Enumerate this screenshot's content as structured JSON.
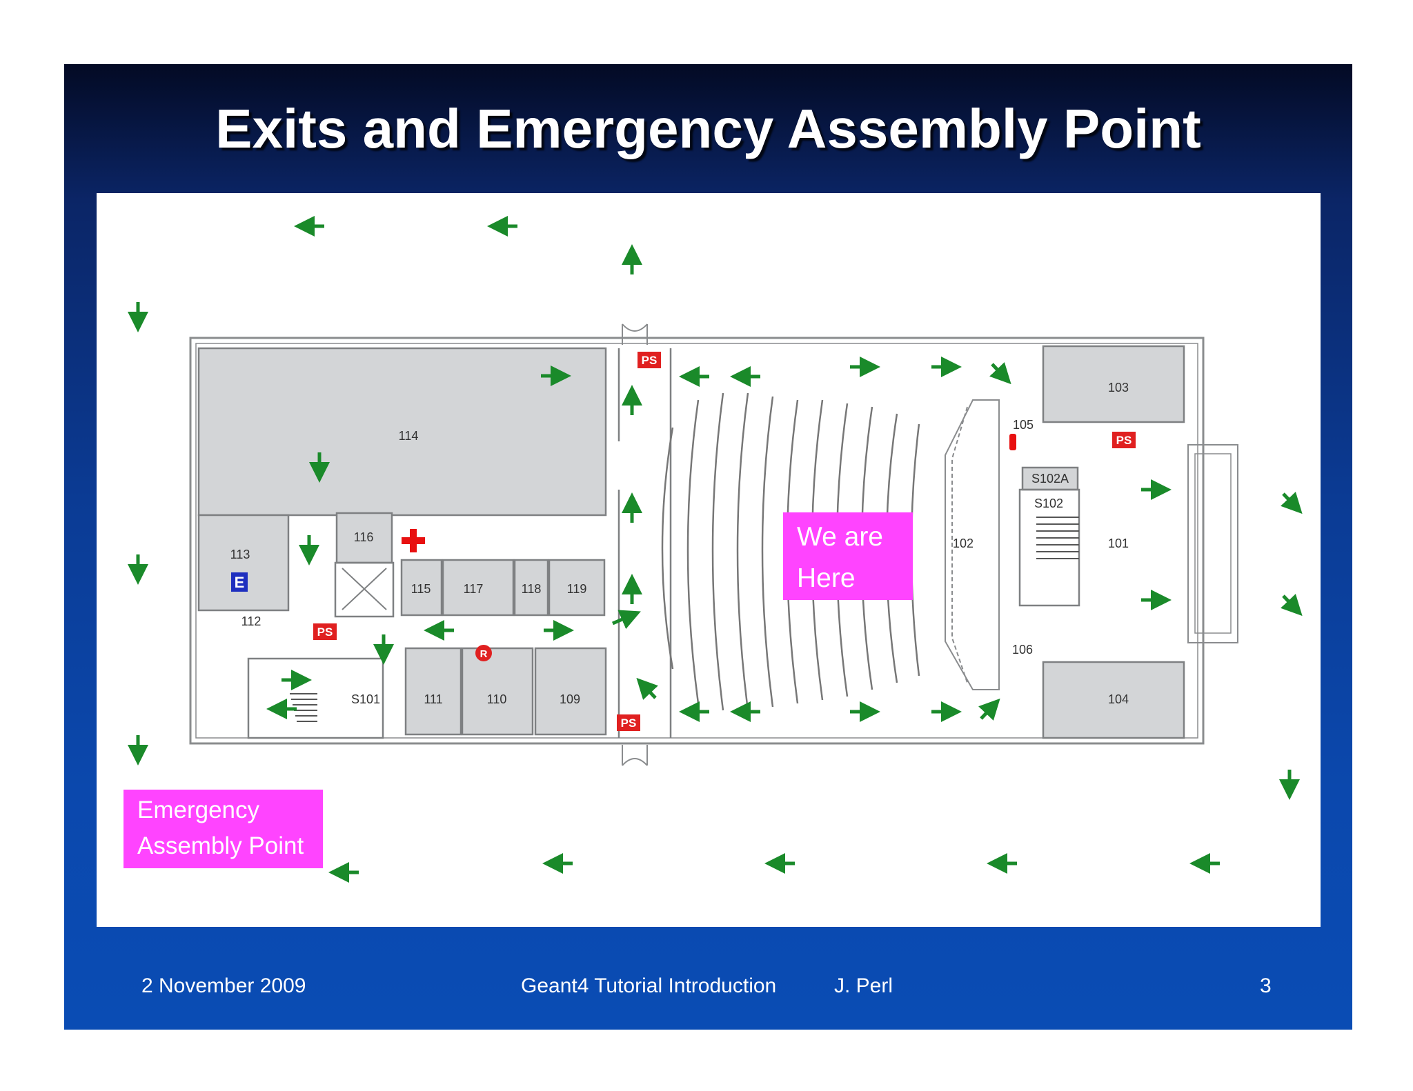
{
  "slide": {
    "title": "Exits and Emergency Assembly Point",
    "footer": {
      "date": "2 November 2009",
      "presentation": "Geant4 Tutorial Introduction",
      "author": "J. Perl",
      "page": "3"
    }
  },
  "floor_plan": {
    "rooms": [
      {
        "id": "room-114",
        "label": "114"
      },
      {
        "id": "room-113",
        "label": "113"
      },
      {
        "id": "room-112",
        "label": "112"
      },
      {
        "id": "room-116",
        "label": "116"
      },
      {
        "id": "room-115",
        "label": "115"
      },
      {
        "id": "room-117",
        "label": "117"
      },
      {
        "id": "room-118",
        "label": "118"
      },
      {
        "id": "room-119",
        "label": "119"
      },
      {
        "id": "room-s101",
        "label": "S101"
      },
      {
        "id": "room-111",
        "label": "111"
      },
      {
        "id": "room-110",
        "label": "110"
      },
      {
        "id": "room-109",
        "label": "109"
      },
      {
        "id": "room-102",
        "label": "102"
      },
      {
        "id": "room-103",
        "label": "103"
      },
      {
        "id": "room-105",
        "label": "105"
      },
      {
        "id": "room-s102a",
        "label": "S102A"
      },
      {
        "id": "room-s102",
        "label": "S102"
      },
      {
        "id": "room-101",
        "label": "101"
      },
      {
        "id": "room-106",
        "label": "106"
      },
      {
        "id": "room-104",
        "label": "104"
      }
    ],
    "markers": {
      "phone_station": "PS",
      "elevator": "E",
      "refuge": "R"
    },
    "callouts": {
      "we_are_here": [
        "We are",
        "Here"
      ],
      "assembly_point": [
        "Emergency",
        "Assembly Point"
      ]
    },
    "colors": {
      "arrow": "#1a8a2a",
      "room_fill": "#d3d5d7",
      "wall": "#8a8c8e",
      "ps_badge": "#e02020",
      "elevator_badge": "#1e2fbf",
      "callout": "#ff44ff",
      "first_aid": "#e81010"
    }
  }
}
